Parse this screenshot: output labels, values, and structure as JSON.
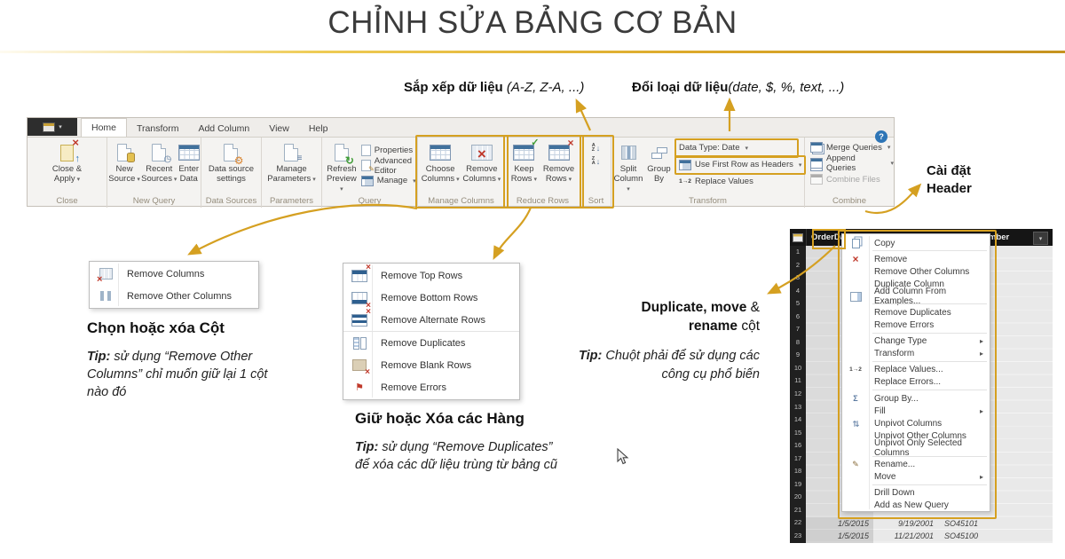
{
  "title": "CHỈNH SỬA BẢNG CƠ BẢN",
  "callouts": {
    "sort_bold": "Sắp xếp dữ liệu ",
    "sort_italic": "(A-Z, Z-A, ...)",
    "datatype_bold": "Đổi loại dữ liệu",
    "datatype_italic": "(date, $, %, text, ...)",
    "header_label": "Cài đặt Header"
  },
  "ribbon": {
    "tabs": [
      {
        "label": "Home",
        "active": true
      },
      {
        "label": "Transform"
      },
      {
        "label": "Add Column"
      },
      {
        "label": "View"
      },
      {
        "label": "Help"
      }
    ],
    "groups": {
      "close": {
        "label": "Close",
        "close_apply": "Close &\nApply"
      },
      "new_query": {
        "label": "New Query",
        "new_source": "New\nSource",
        "recent_sources": "Recent\nSources",
        "enter_data": "Enter\nData"
      },
      "data_sources": {
        "label": "Data Sources",
        "settings": "Data source\nsettings"
      },
      "parameters": {
        "label": "Parameters",
        "manage": "Manage\nParameters"
      },
      "query": {
        "label": "Query",
        "refresh": "Refresh\nPreview",
        "properties": "Properties",
        "advanced_editor": "Advanced Editor",
        "manage": "Manage"
      },
      "manage_columns": {
        "label": "Manage Columns",
        "choose": "Choose\nColumns",
        "remove": "Remove\nColumns"
      },
      "reduce_rows": {
        "label": "Reduce Rows",
        "keep": "Keep\nRows",
        "remove": "Remove\nRows"
      },
      "sort": {
        "label": "Sort"
      },
      "transform": {
        "label": "Transform",
        "split": "Split\nColumn",
        "group_by": "Group\nBy",
        "data_type": "Data Type: Date",
        "first_row": "Use First Row as Headers",
        "replace_values": "Replace Values"
      },
      "combine": {
        "label": "Combine",
        "merge": "Merge Queries",
        "append": "Append Queries",
        "combine_files": "Combine Files"
      }
    }
  },
  "columns_menu": {
    "items": [
      {
        "label": "Remove Columns",
        "icon": "remcol"
      },
      {
        "label": "Remove Other Columns",
        "icon": "remothercol"
      }
    ]
  },
  "rows_menu": {
    "items": [
      {
        "label": "Remove Top Rows",
        "icon": "top"
      },
      {
        "label": "Remove Bottom Rows",
        "icon": "bottom"
      },
      {
        "label": "Remove Alternate Rows",
        "icon": "alt",
        "sep": true
      },
      {
        "label": "Remove Duplicates",
        "icon": "dup"
      },
      {
        "label": "Remove Blank Rows",
        "icon": "blank"
      },
      {
        "label": "Remove Errors",
        "icon": "err"
      }
    ]
  },
  "context_menu": {
    "items": [
      {
        "label": "Copy",
        "icon": "copy",
        "sep": true
      },
      {
        "label": "Remove",
        "icon": "remove"
      },
      {
        "label": "Remove Other Columns"
      },
      {
        "label": "Duplicate Column"
      },
      {
        "label": "Add Column From Examples...",
        "icon": "addcol",
        "sep": true
      },
      {
        "label": "Remove Duplicates"
      },
      {
        "label": "Remove Errors",
        "sep": true
      },
      {
        "label": "Change Type",
        "sub": true
      },
      {
        "label": "Transform",
        "sub": true,
        "sep": true
      },
      {
        "label": "Replace Values...",
        "icon": "replace"
      },
      {
        "label": "Replace Errors...",
        "sep": true
      },
      {
        "label": "Group By...",
        "icon": "groupby"
      },
      {
        "label": "Fill",
        "sub": true
      },
      {
        "label": "Unpivot Columns",
        "icon": "unpivot"
      },
      {
        "label": "Unpivot Other Columns"
      },
      {
        "label": "Unpivot Only Selected Columns",
        "sep": true
      },
      {
        "label": "Rename...",
        "icon": "rename"
      },
      {
        "label": "Move",
        "sub": true,
        "sep": true
      },
      {
        "label": "Drill Down"
      },
      {
        "label": "Add as New Query"
      }
    ]
  },
  "notes": {
    "columns_heading": "Chọn hoặc xóa Cột",
    "columns_tip_bold": "Tip:",
    "columns_tip": " sử dụng “Remove Other Columns” chỉ muốn giữ lại 1 cột nào đó",
    "rows_heading": "Giữ hoặc Xóa các Hàng",
    "rows_tip_bold": "Tip:",
    "rows_tip": " sử dụng “Remove Duplicates” để xóa các dữ liệu trùng từ bảng cũ",
    "dup_l1b": "Duplicate, move",
    "dup_l1r": " &",
    "dup_l2b": "rename",
    "dup_l2r": " cột",
    "dup_tip_bold": "Tip:",
    "dup_tip": " Chuột phải để sử dụng các công cụ phổ biến"
  },
  "table": {
    "header_left": "OrderDa",
    "header_right": "mber",
    "row_numbers": [
      "1",
      "2",
      "3",
      "4",
      "5",
      "6",
      "7",
      "8",
      "9",
      "10",
      "11",
      "12",
      "13",
      "14",
      "15",
      "16",
      "17",
      "18",
      "19",
      "20",
      "21",
      "22",
      "23"
    ],
    "rows": [
      {
        "c1": "1/5/2015",
        "c2": "9/19/2001",
        "c3": "SO45101"
      },
      {
        "c1": "1/5/2015",
        "c2": "11/21/2001",
        "c3": "SO45100"
      }
    ]
  },
  "colors": {
    "gold": "#D5A021",
    "ribbon_bg": "#F4F3F1",
    "table_header": "#151515"
  }
}
